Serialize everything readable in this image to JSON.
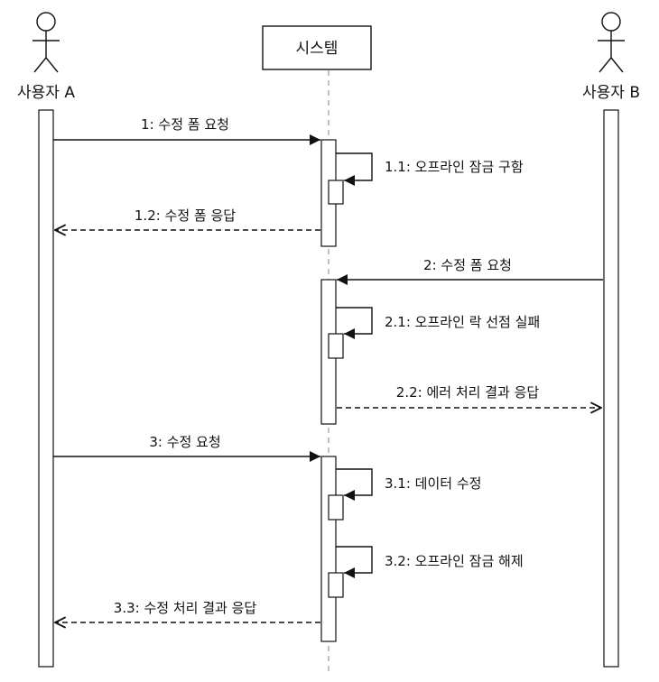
{
  "participants": {
    "user_a": "사용자 A",
    "system": "시스템",
    "user_b": "사용자 B"
  },
  "messages": [
    {
      "id": "m1",
      "label": "1: 수정 폼 요청"
    },
    {
      "id": "m11",
      "label": "1.1: 오프라인 잠금 구함"
    },
    {
      "id": "m12",
      "label": "1.2: 수정 폼 응답"
    },
    {
      "id": "m2",
      "label": "2: 수정 폼 요청"
    },
    {
      "id": "m21",
      "label": "2.1: 오프라인 락 선점 실패"
    },
    {
      "id": "m22",
      "label": "2.2: 에러 처리 결과 응답"
    },
    {
      "id": "m3",
      "label": "3: 수정 요청"
    },
    {
      "id": "m31",
      "label": "3.1: 데이터 수정"
    },
    {
      "id": "m32",
      "label": "3.2: 오프라인 잠금 해제"
    },
    {
      "id": "m33",
      "label": "3.3: 수정 처리 결과 응답"
    }
  ],
  "colors": {
    "line": "#111111",
    "lifeline": "#9a9a9a",
    "background": "#ffffff"
  }
}
